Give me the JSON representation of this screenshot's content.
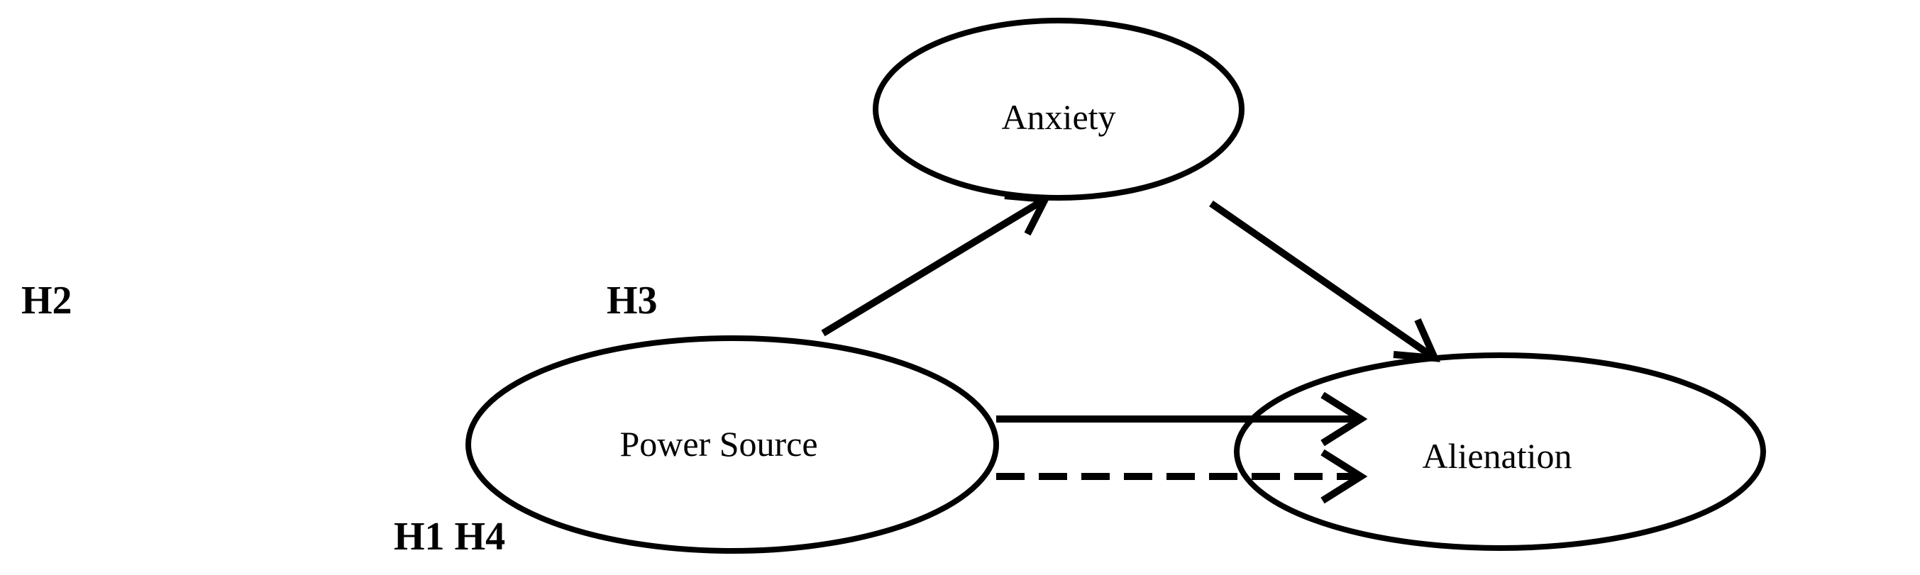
{
  "nodes": {
    "anxiety": "Anxiety",
    "power_source": "Power Source",
    "alienation": "Alienation"
  },
  "hypotheses": {
    "h2": "H2",
    "h3": "H3",
    "h1_h4": "H1 H4"
  },
  "colors": {
    "stroke": "#000000",
    "background": "#ffffff"
  }
}
